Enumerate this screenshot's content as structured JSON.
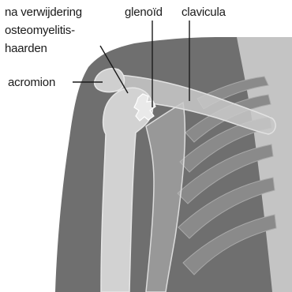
{
  "labels": {
    "removal_line1": "na verwijdering",
    "removal_line2": "osteomyelitis-",
    "removal_line3": "haarden",
    "acromion": "acromion",
    "glenoid": "glenoïd",
    "clavicula": "clavicula"
  },
  "colors": {
    "background": "#ffffff",
    "body_dark": "#6f6f6f",
    "body_light": "#b9b9b9",
    "bone": "#d2d2d2",
    "bone_outline": "#e6e6e6",
    "rib": "#8c8c8c",
    "leader_line": "#1a1a1a"
  }
}
